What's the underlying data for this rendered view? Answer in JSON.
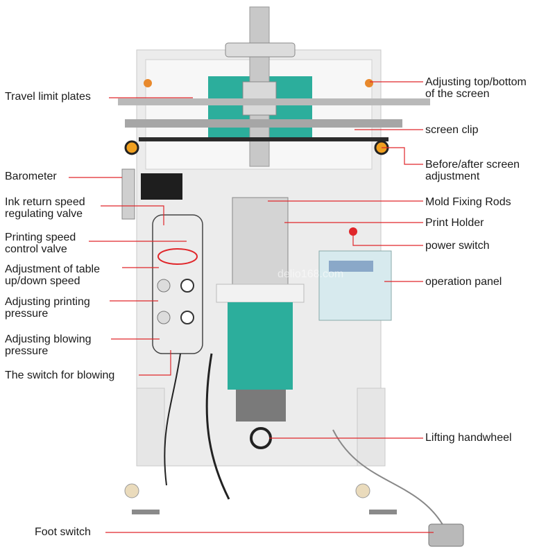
{
  "watermark": "delio168.com",
  "leader_color": "#e0262a",
  "machine_color": "#eeeeee",
  "accent_color": "#2cae9c",
  "labels": {
    "travel_limit": [
      "Travel limit plates"
    ],
    "barometer": [
      "Barometer"
    ],
    "ink_return": [
      "Ink return speed",
      "regulating valve"
    ],
    "print_speed": [
      "Printing speed",
      "control valve"
    ],
    "table_speed": [
      "Adjustment of table",
      "up/down speed"
    ],
    "print_pressure": [
      "Adjusting printing",
      "pressure"
    ],
    "blow_pressure": [
      "Adjusting blowing",
      "pressure"
    ],
    "blow_switch": [
      "The switch for blowing"
    ],
    "foot_switch": [
      "Foot switch"
    ],
    "top_bottom": [
      "Adjusting top/bottom",
      "of the screen"
    ],
    "screen_clip": [
      "screen clip"
    ],
    "before_after": [
      "Before/after screen",
      "adjustment"
    ],
    "mold_rods": [
      "Mold Fixing Rods"
    ],
    "print_holder": [
      "Print Holder"
    ],
    "power_switch": [
      "power switch"
    ],
    "op_panel": [
      "operation panel"
    ],
    "lift_wheel": [
      "Lifting handwheel"
    ]
  }
}
